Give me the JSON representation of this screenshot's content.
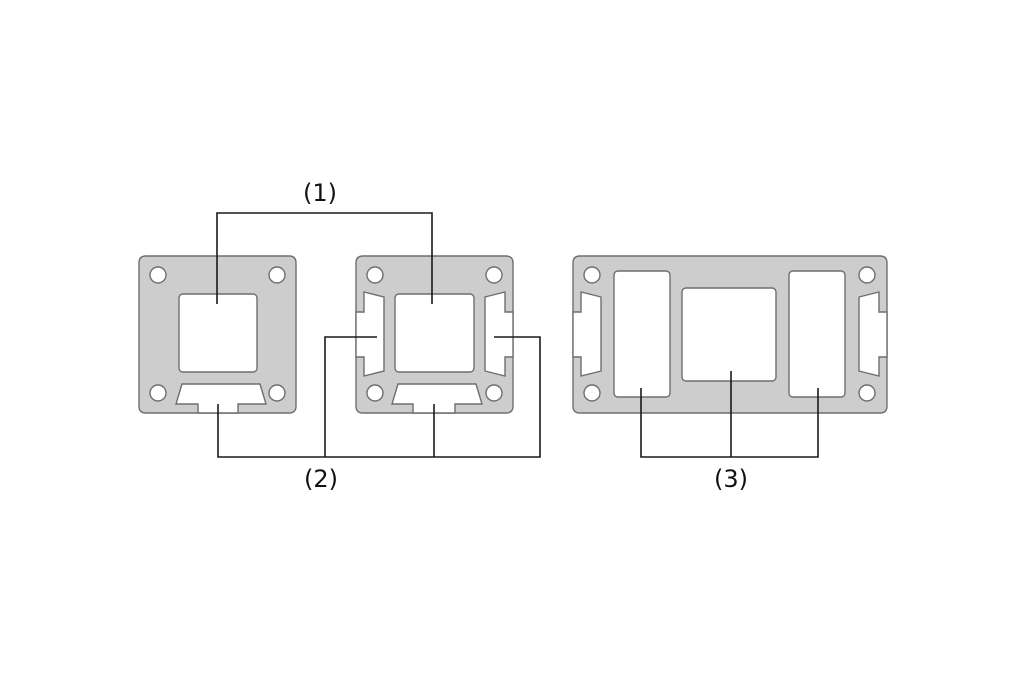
{
  "colors": {
    "profile_fill": "#cdcdcd",
    "outline": "#6f6f6f",
    "leader": "#1a1a1a",
    "background": "#ffffff"
  },
  "callouts": {
    "one": "(1)",
    "two": "(2)",
    "three": "(3)"
  }
}
